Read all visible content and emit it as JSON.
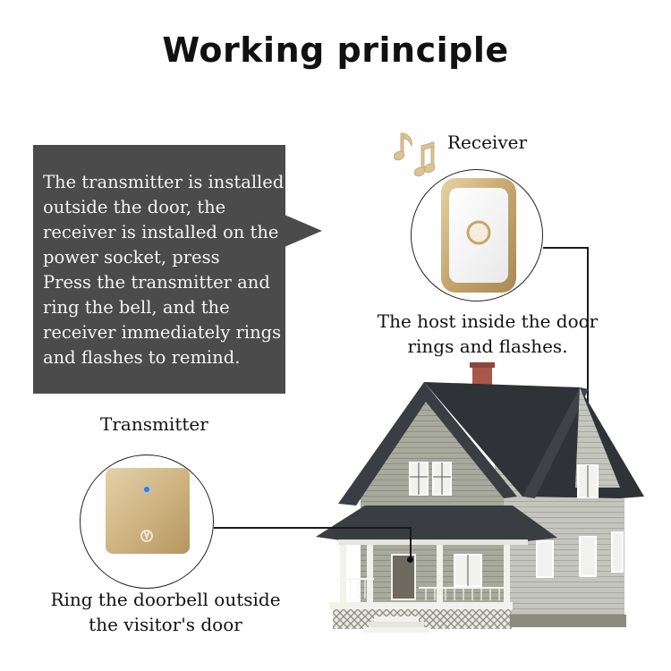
{
  "title": "Working principle",
  "description_lines": [
    "The transmitter is installed",
    "outside the door, the",
    "receiver is installed on the",
    "power socket, press",
    "Press the transmitter and",
    "ring the bell, and the",
    "receiver immediately rings",
    "and flashes to remind."
  ],
  "receiver": {
    "label": "Receiver",
    "caption_lines": [
      "The host inside the door",
      "rings and flashes."
    ]
  },
  "transmitter": {
    "label": "Transmitter",
    "caption_lines": [
      "Ring the doorbell outside",
      "the visitor's door"
    ]
  },
  "icons": [
    "music-notes-icon",
    "receiver-device",
    "transmitter-device",
    "house-illustration"
  ],
  "colors": {
    "bubble": "#4b4b4b",
    "gold": "#c9ad78",
    "led": "#2f7fe0",
    "roof": "#3a3d42",
    "siding": "#a9aa9e"
  }
}
